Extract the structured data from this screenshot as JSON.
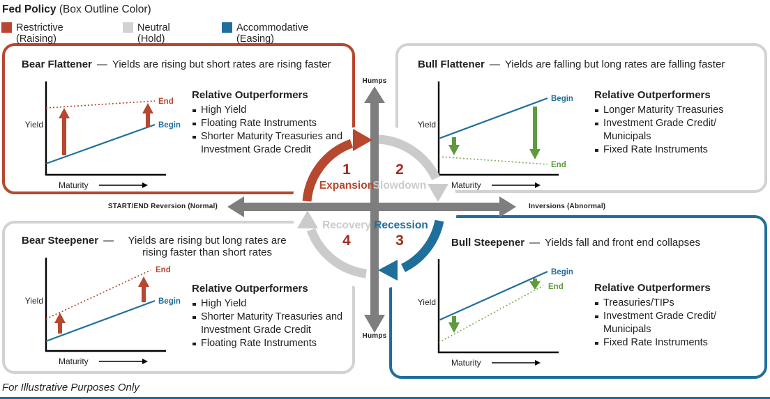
{
  "header": {
    "title": "Fed Policy",
    "subtitle": "(Box Outline Color)",
    "legend": [
      {
        "label": "Restrictive (Raising)"
      },
      {
        "label": "Neutral (Hold)"
      },
      {
        "label": "Accommodative (Easing)"
      }
    ]
  },
  "colors": {
    "restrictive": "#B8472F",
    "neutral": "#D2D2D2",
    "accommodative": "#1F6F9C",
    "ring_gray": "#CBCBCB",
    "cross_gray": "#7E7E7E",
    "number_red": "#9F2F1F",
    "green": "#619A3E",
    "green_light": "#7FAE5C",
    "text": "#231F20"
  },
  "axes": {
    "top": "Humps",
    "bottom": "Humps",
    "left": "START/END Reversion (Normal)",
    "right": "Inversions (Abnormal)"
  },
  "cycle": {
    "stages": [
      {
        "number": "1",
        "label": "Expansion"
      },
      {
        "number": "2",
        "label": "Slowdown"
      },
      {
        "number": "3",
        "label": "Recession"
      },
      {
        "number": "4",
        "label": "Recovery"
      }
    ]
  },
  "quadrants": [
    {
      "title": "Bear Flattener",
      "separator": "—",
      "description": "Yields are rising but short rates are rising faster",
      "chart": {
        "ylabel": "Yield",
        "xlabel": "Maturity",
        "begin_label": "Begin",
        "end_label": "End"
      },
      "outperformers": {
        "heading": "Relative Outperformers",
        "items": [
          "High Yield",
          "Floating Rate Instruments",
          "Shorter Maturity Treasuries and Investment Grade Credit"
        ]
      }
    },
    {
      "title": "Bull Flattener",
      "separator": "—",
      "description": "Yields are falling but long rates are falling faster",
      "chart": {
        "ylabel": "Yield",
        "xlabel": "Maturity",
        "begin_label": "Begin",
        "end_label": "End"
      },
      "outperformers": {
        "heading": "Relative Outperformers",
        "items": [
          "Longer Maturity Treasuries",
          "Investment Grade Credit/ Municipals",
          "Fixed Rate Instruments"
        ]
      }
    },
    {
      "title": "Bear Steepener",
      "separator": "—",
      "description": "Yields are rising but long rates are rising faster than short rates",
      "chart": {
        "ylabel": "Yield",
        "xlabel": "Maturity",
        "begin_label": "Begin",
        "end_label": "End"
      },
      "outperformers": {
        "heading": "Relative Outperformers",
        "items": [
          "High Yield",
          "Shorter Maturity Treasuries and Investment Grade Credit",
          "Floating Rate Instruments"
        ]
      }
    },
    {
      "title": "Bull Steepener",
      "separator": "—",
      "description": "Yields fall and front end collapses",
      "chart": {
        "ylabel": "Yield",
        "xlabel": "Maturity",
        "begin_label": "Begin",
        "end_label": "End"
      },
      "outperformers": {
        "heading": "Relative Outperformers",
        "items": [
          "Treasuries/TIPs",
          "Investment Grade Credit/ Municipals",
          "Fixed Rate Instruments"
        ]
      }
    }
  ],
  "footer": {
    "disclaimer": "For Illustrative Purposes Only"
  }
}
